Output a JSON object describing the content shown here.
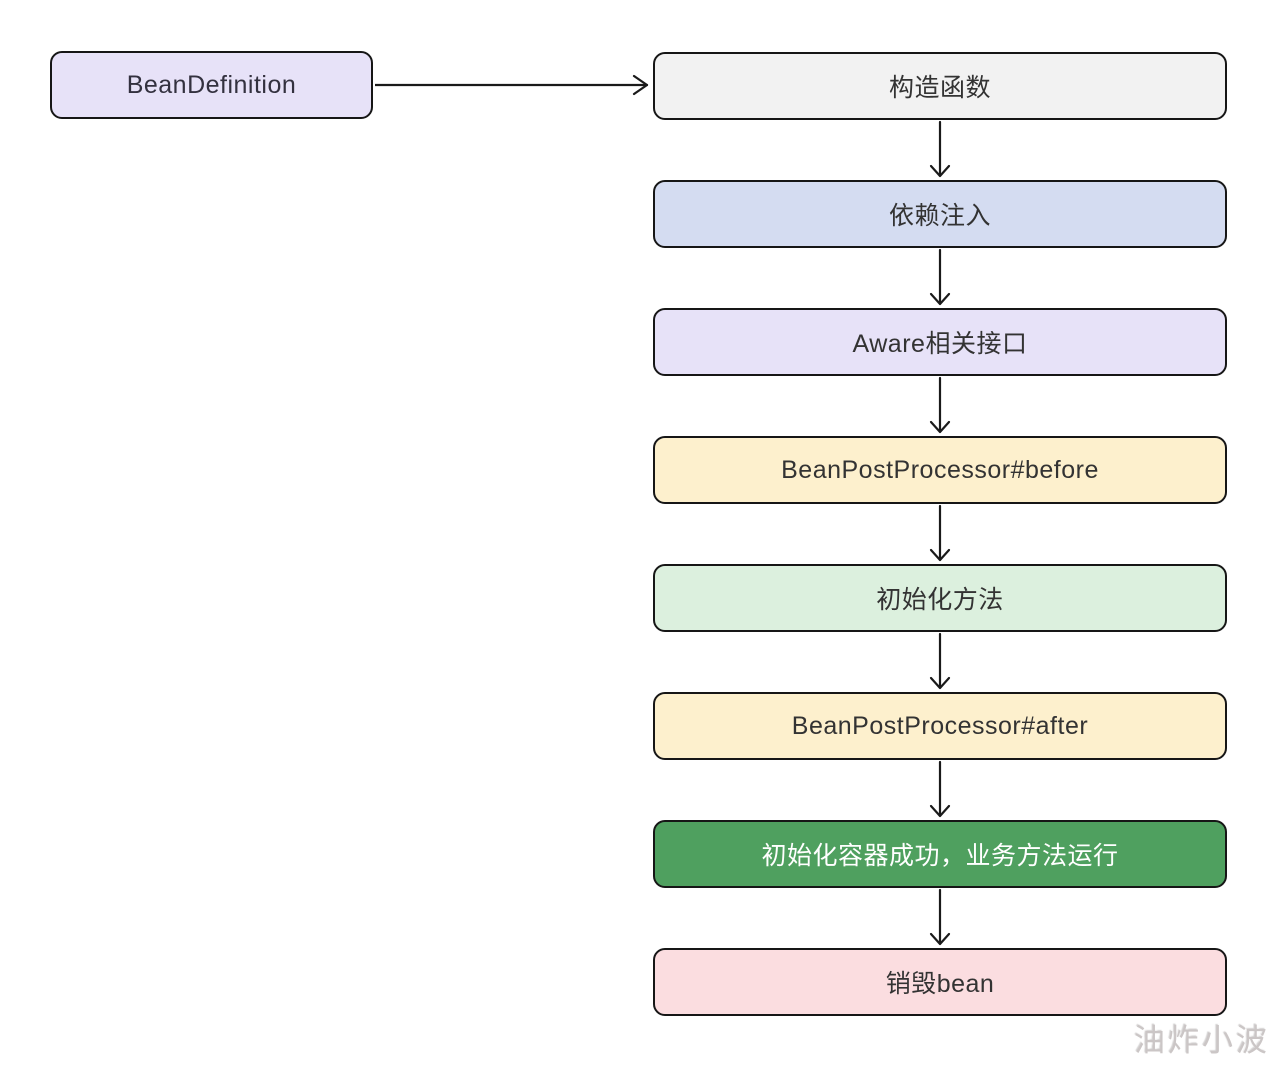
{
  "diagram": {
    "source_node": {
      "label": "BeanDefinition",
      "bg": "#e7e2f8",
      "text_color": "#33313f"
    },
    "steps": [
      {
        "label": "构造函数",
        "bg": "#f2f2f2",
        "text_color": "#333333"
      },
      {
        "label": "依赖注入",
        "bg": "#d4dcf1",
        "text_color": "#333333"
      },
      {
        "label": "Aware相关接口",
        "bg": "#e7e2f8",
        "text_color": "#333333"
      },
      {
        "label": "BeanPostProcessor#before",
        "bg": "#fdf0cd",
        "text_color": "#333333"
      },
      {
        "label": "初始化方法",
        "bg": "#dcf0de",
        "text_color": "#333333"
      },
      {
        "label": "BeanPostProcessor#after",
        "bg": "#fdf0cd",
        "text_color": "#333333"
      },
      {
        "label": "初始化容器成功，业务方法运行",
        "bg": "#4fa05f",
        "text_color": "#ffffff"
      },
      {
        "label": "销毁bean",
        "bg": "#fbdde0",
        "text_color": "#333333"
      }
    ],
    "border_color": "#161616",
    "arrow_color": "#1a1a1a",
    "watermark": "油炸小波"
  }
}
